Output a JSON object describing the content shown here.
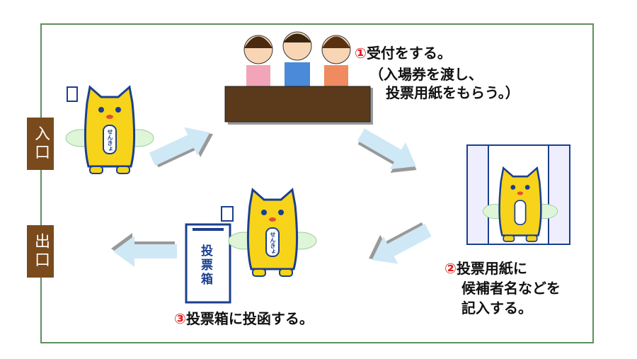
{
  "signs": {
    "entrance": "入口",
    "exit": "出口"
  },
  "steps": [
    {
      "number": "①",
      "title": "受付をする。",
      "note_line1": "（入場券を渡し、",
      "note_line2": "投票用紙をもらう。）"
    },
    {
      "number": "②",
      "line1": "投票用紙に",
      "line2": "候補者名などを",
      "line3": "記入する。"
    },
    {
      "number": "③",
      "title": "投票箱に投函する。"
    }
  ],
  "mascot": {
    "sash_text": "せんきょ"
  },
  "ballot_box": {
    "label": "投票箱"
  },
  "colors": {
    "frame": "#5e8f5e",
    "sign": "#7a4a1c",
    "arrow": "#cfe8f5",
    "mascot": "#f7d31a",
    "desk": "#5a3a1a",
    "number": "#e02020"
  }
}
